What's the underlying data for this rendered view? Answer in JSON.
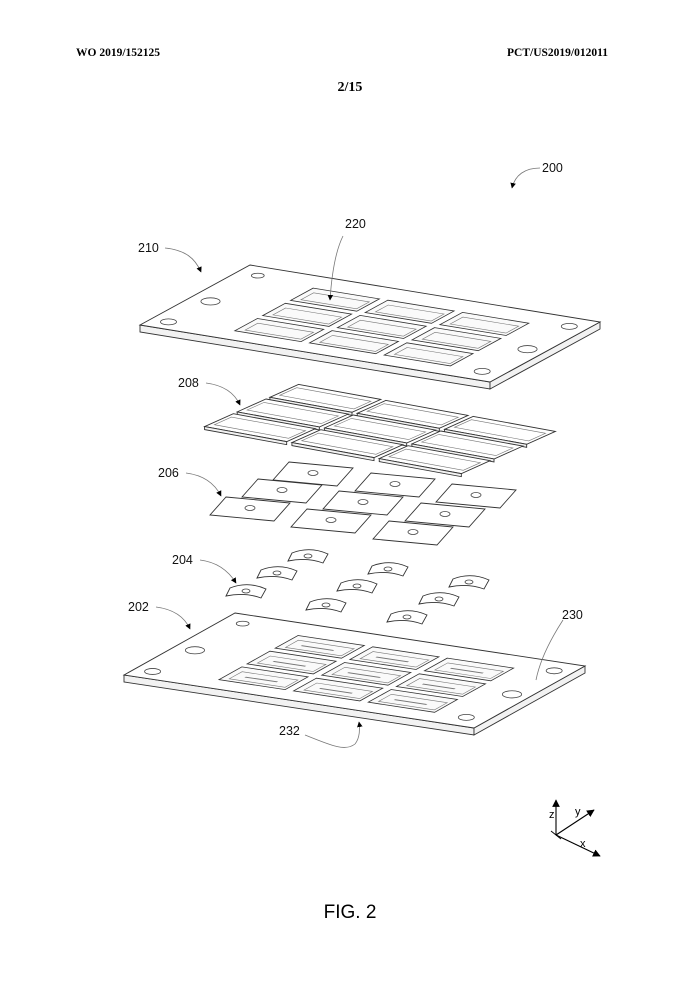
{
  "header": {
    "publication_number": "WO 2019/152125",
    "application_number": "PCT/US2019/012011",
    "sheet": "2/15"
  },
  "figure": {
    "caption": "FIG. 2",
    "reference_numerals": {
      "assembly": "200",
      "top_plate": "210",
      "top_plate_cavity": "220",
      "frame_layer": "208",
      "pad_layer": "206",
      "curved_elements": "204",
      "bottom_plate": "202",
      "bottom_plate_surface": "230",
      "bottom_plate_cavity": "232"
    },
    "axes": {
      "z": "z",
      "y": "y",
      "x": "x"
    },
    "grid": {
      "rows": 3,
      "cols": 3
    }
  }
}
